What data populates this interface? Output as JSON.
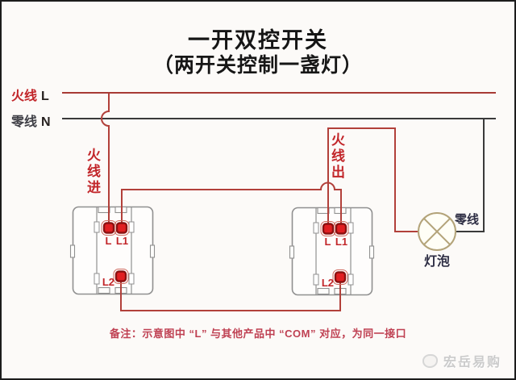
{
  "title": {
    "line1": "一开双控开关",
    "line2": "（两开关控制一盏灯）"
  },
  "bus": {
    "live_name": "火线",
    "live_tag": "L",
    "neutral_name": "零线",
    "neutral_tag": "N"
  },
  "annotations": {
    "live_in": "火线进",
    "live_out": "火线出",
    "lamp_neutral": "零线",
    "lamp": "灯泡"
  },
  "switches": [
    {
      "id": "left-switch",
      "terminals": {
        "common": "L",
        "t1": "L1",
        "t2": "L2"
      }
    },
    {
      "id": "right-switch",
      "terminals": {
        "common": "L",
        "t1": "L1",
        "t2": "L2"
      }
    }
  ],
  "note": "备注：示意图中 “L” 与其他产品中 “COM” 对应，为同一接口",
  "watermark": "宏岳易购",
  "colors": {
    "wire_live_red": "#b2403a",
    "wire_neutral_black": "#3a3a3a",
    "label_red": "#c2262a",
    "terminal_fill": "#e11f22",
    "terminal_ring": "#8c1111",
    "switch_gray": "#909090",
    "bulb_tan": "#b3a379",
    "note_red": "#bf4052",
    "navy_text": "#2e2e44",
    "watermark_gray": "#cbcbcb"
  }
}
